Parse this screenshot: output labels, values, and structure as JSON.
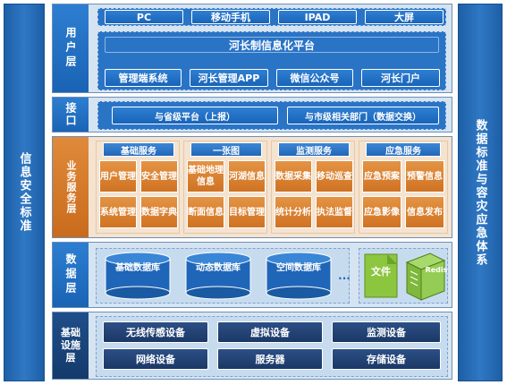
{
  "left_side": {
    "label": "信息安全标准"
  },
  "right_side": {
    "label": "数据标准与容灾应急体系"
  },
  "user_layer": {
    "label": "用户层",
    "clients": [
      "PC",
      "移动手机",
      "IPAD",
      "大屏"
    ],
    "platform": "河长制信息化平台",
    "apps": [
      "管理端系统",
      "河长管理APP",
      "微信公众号",
      "河长门户"
    ]
  },
  "interface_layer": {
    "label": "接口",
    "items": [
      "与省级平台（上报）",
      "与市级相关部门（数据交换）"
    ]
  },
  "service_layer": {
    "label": "业务服务层",
    "groups": [
      {
        "title": "基础服务",
        "items": [
          "用户管理",
          "安全管理",
          "系统管理",
          "数据字典"
        ]
      },
      {
        "title": "一张图",
        "items": [
          "基础地理信息",
          "河湖信息",
          "断面信息",
          "目标管理"
        ]
      },
      {
        "title": "监测服务",
        "items": [
          "数据采集",
          "移动巡查",
          "统计分析",
          "执法监督"
        ]
      },
      {
        "title": "应急服务",
        "items": [
          "应急预案",
          "预警信息",
          "应急影像",
          "信息发布"
        ]
      }
    ]
  },
  "data_layer": {
    "label": "数据层",
    "databases": [
      "基础数据库",
      "动态数据库",
      "空间数据库"
    ],
    "ellipsis": "...",
    "file_label": "文件",
    "redis_label": "Redis"
  },
  "infra_layer": {
    "label": "基础设施层",
    "items": [
      "无线传感设备",
      "虚拟设备",
      "监测设备",
      "网络设备",
      "服务器",
      "存储设备"
    ]
  },
  "colors": {
    "blue": "#2a74c6",
    "orange": "#d97a2b",
    "navy": "#1b3866",
    "panel_bg": "#d6e4f2"
  }
}
